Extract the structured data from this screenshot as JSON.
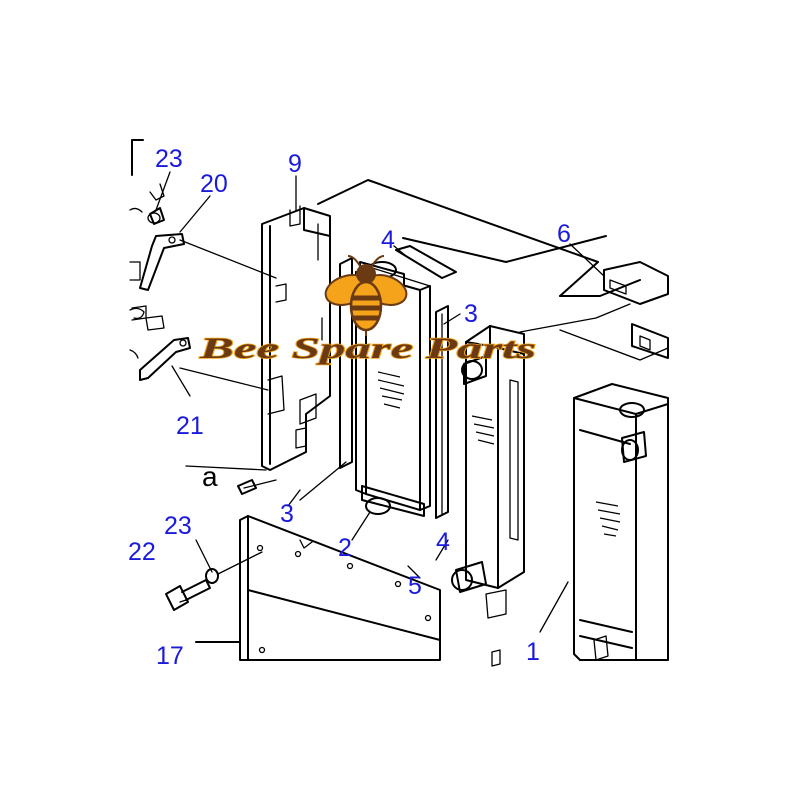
{
  "drawing": {
    "callouts": {
      "p23_top": "23",
      "p20": "20",
      "p9": "9",
      "p4_top": "4",
      "p6": "6",
      "p3_top": "3",
      "p21": "21",
      "p3_bottom": "3",
      "p23_bottom": "23",
      "p22": "22",
      "p2": "2",
      "p4_bottom": "4",
      "p5": "5",
      "p1": "1",
      "p17": "17"
    },
    "reference_letter": "a"
  },
  "watermark": {
    "text": "Bee Spare Parts",
    "colors": {
      "fill": "#6b3a12",
      "outline": "#f4a31a",
      "bee_body": "#f4a31a"
    }
  },
  "colors": {
    "callout": "#1a1adc",
    "line": "#000000",
    "background": "#ffffff"
  }
}
